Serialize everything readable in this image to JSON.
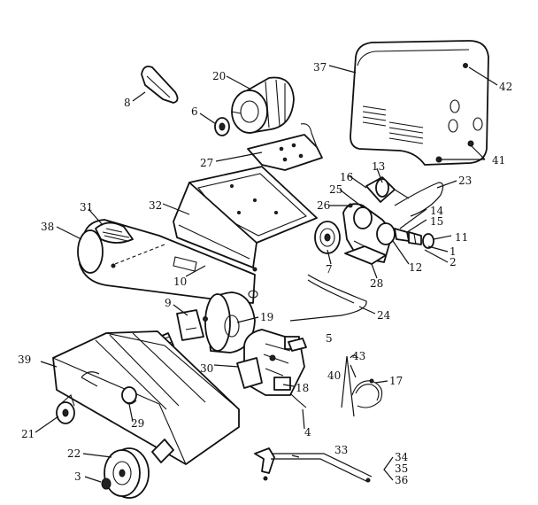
{
  "callouts": {
    "c37": "37",
    "c42": "42",
    "c20": "20",
    "c8": "8",
    "c6": "6",
    "c27": "27",
    "c41": "41",
    "c13": "13",
    "c16": "16",
    "c25": "25",
    "c23": "23",
    "c26": "26",
    "c14": "14",
    "c15": "15",
    "c11": "11",
    "c1": "1",
    "c2": "2",
    "c12": "12",
    "c28": "28",
    "c7": "7",
    "c31": "31",
    "c32": "32",
    "c38": "38",
    "c10": "10",
    "c9": "9",
    "c19": "19",
    "c24": "24",
    "c5": "5",
    "c39": "39",
    "c30": "30",
    "c43": "43",
    "c40": "40",
    "c17": "17",
    "c18": "18",
    "c21": "21",
    "c29": "29",
    "c4": "4",
    "c22": "22",
    "c33": "33",
    "c34": "34",
    "c35": "35",
    "c36": "36",
    "c3": "3"
  }
}
